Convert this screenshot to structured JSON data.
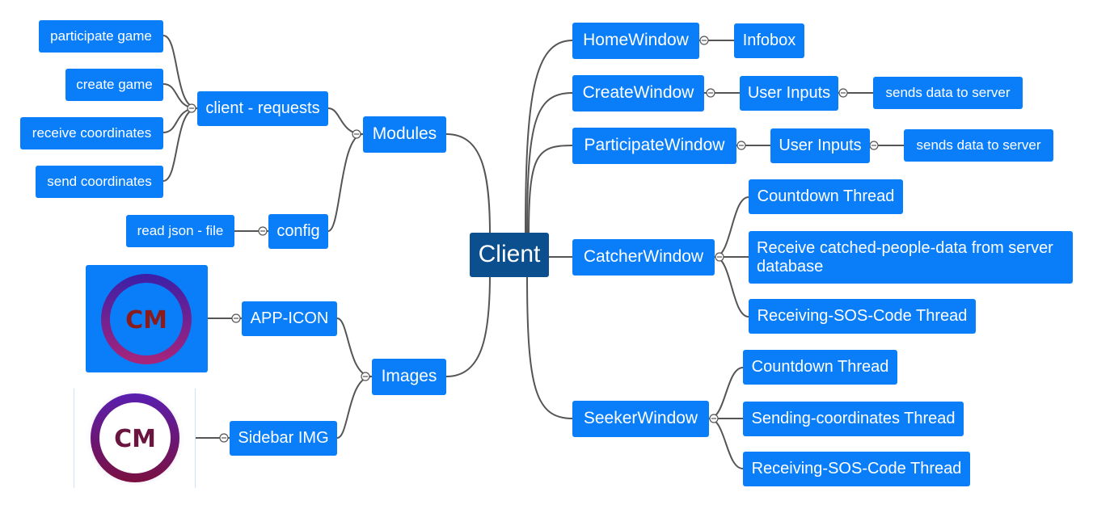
{
  "diagram": {
    "root": "Client",
    "left": {
      "modules": {
        "label": "Modules",
        "client_requests": {
          "label": "client - requests",
          "items": [
            "participate game",
            "create game",
            "receive coordinates",
            "send coordinates"
          ]
        },
        "config": {
          "label": "config",
          "items": [
            "read json - file"
          ]
        }
      },
      "images": {
        "label": "Images",
        "app_icon": {
          "label": "APP-ICON",
          "logo_text": "CM"
        },
        "sidebar_img": {
          "label": "Sidebar IMG",
          "logo_text": "CM"
        }
      }
    },
    "right": {
      "home_window": {
        "label": "HomeWindow",
        "children": [
          "Infobox"
        ]
      },
      "create_window": {
        "label": "CreateWindow",
        "child": "User Inputs",
        "grandchild": "sends data to server"
      },
      "participate_window": {
        "label": "ParticipateWindow",
        "child": "User Inputs",
        "grandchild": "sends data to server"
      },
      "catcher_window": {
        "label": "CatcherWindow",
        "children": [
          "Countdown Thread",
          "Receive catched-people-data from server database",
          "Receiving-SOS-Code Thread"
        ]
      },
      "seeker_window": {
        "label": "SeekerWindow",
        "children": [
          "Countdown Thread",
          "Sending-coordinates Thread",
          "Receiving-SOS-Code Thread"
        ]
      }
    }
  },
  "colors": {
    "node": "#0a7ef9",
    "root": "#0b4f8e",
    "connector": "#555555",
    "logo_text": "#8b1a1a"
  }
}
